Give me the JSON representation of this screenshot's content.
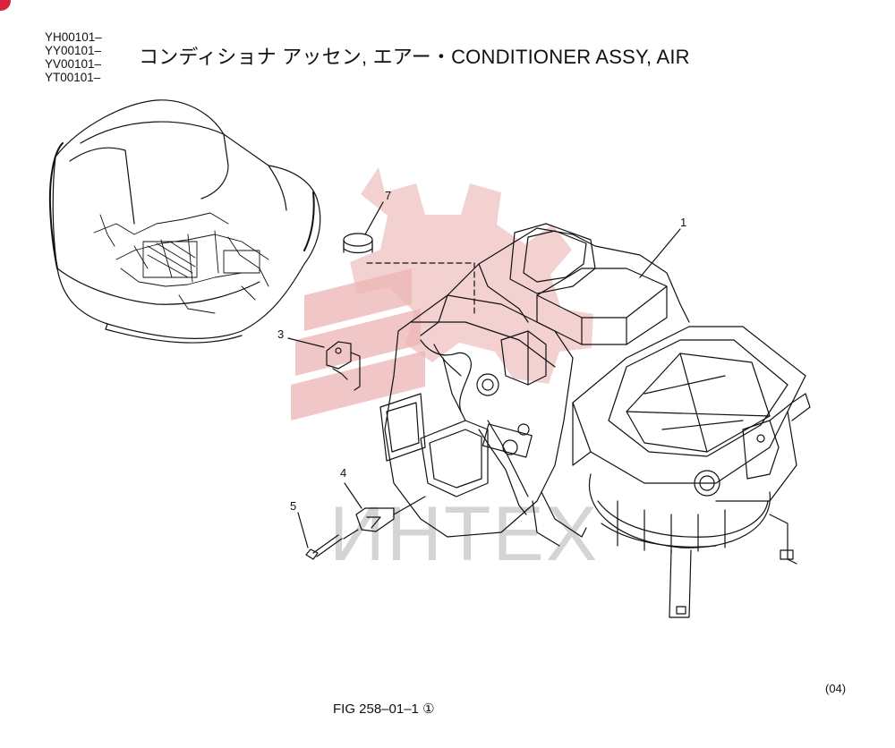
{
  "header": {
    "serial_numbers": [
      "YH00101–",
      "YY00101–",
      "YV00101–",
      "YT00101–"
    ],
    "title": "コンディショナ アッセン, エアー・CONDITIONER ASSY, AIR"
  },
  "watermark": {
    "text": "ИНТЕХ",
    "logo": "gear-logo-icon",
    "color": "#e8b5b5"
  },
  "callouts": [
    {
      "number": "7"
    },
    {
      "number": "1"
    },
    {
      "number": "3"
    },
    {
      "number": "4"
    },
    {
      "number": "5"
    }
  ],
  "footer": {
    "revision": "(04)",
    "figure_label": "FIG 258–01–1 ①"
  },
  "colors": {
    "corner_mark": "#d8233a",
    "line": "#111111"
  }
}
